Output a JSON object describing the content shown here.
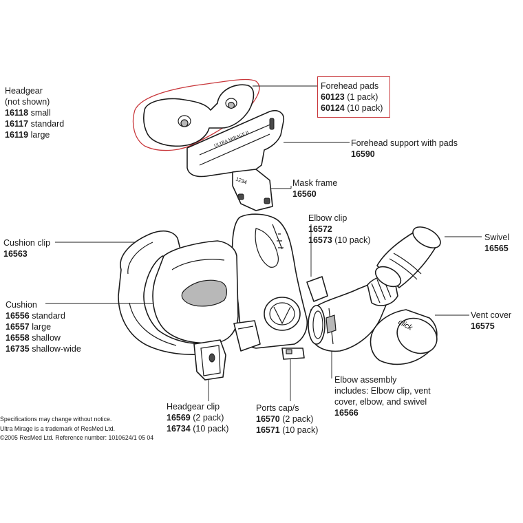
{
  "labels": {
    "headgear": {
      "name": "Headgear",
      "note": "(not shown)",
      "parts": [
        {
          "code": "16118",
          "desc": "small"
        },
        {
          "code": "16117",
          "desc": "standard"
        },
        {
          "code": "16119",
          "desc": "large"
        }
      ]
    },
    "forehead_pads": {
      "name": "Forehead pads",
      "parts": [
        {
          "code": "60123",
          "desc": "(1 pack)"
        },
        {
          "code": "60124",
          "desc": "(10 pack)"
        }
      ]
    },
    "forehead_support": {
      "name": "Forehead support with pads",
      "code": "16590"
    },
    "mask_frame": {
      "name": "Mask frame",
      "code": "16560"
    },
    "elbow_clip": {
      "name": "Elbow clip",
      "parts": [
        {
          "code": "16572",
          "desc": ""
        },
        {
          "code": "16573",
          "desc": "(10 pack)"
        }
      ]
    },
    "swivel": {
      "name": "Swivel",
      "code": "16565"
    },
    "cushion_clip": {
      "name": "Cushion clip",
      "code": "16563"
    },
    "cushion": {
      "name": "Cushion",
      "parts": [
        {
          "code": "16556",
          "desc": "standard"
        },
        {
          "code": "16557",
          "desc": "large"
        },
        {
          "code": "16558",
          "desc": "shallow"
        },
        {
          "code": "16735",
          "desc": "shallow-wide"
        }
      ]
    },
    "vent_cover": {
      "name": "Vent cover",
      "code": "16575"
    },
    "elbow_assembly": {
      "name": "Elbow assembly",
      "desc_line1": "includes: Elbow clip, vent",
      "desc_line2": "cover, elbow, and swivel",
      "code": "16566"
    },
    "headgear_clip": {
      "name": "Headgear clip",
      "parts": [
        {
          "code": "16569",
          "desc": "(2 pack)"
        },
        {
          "code": "16734",
          "desc": "(10 pack)"
        }
      ]
    },
    "ports_cap": {
      "name": "Ports cap/s",
      "parts": [
        {
          "code": "16570",
          "desc": "(2 pack)"
        },
        {
          "code": "16571",
          "desc": "(10 pack)"
        }
      ]
    }
  },
  "part_markings": {
    "brand_on_support": "ULTRA MIRAGE II",
    "serial_on_support": "1234",
    "vent_cover_text": "click"
  },
  "footer": {
    "line1": "Specifications may change without notice.",
    "line2": "Ultra Mirage is a trademark of ResMed Ltd.",
    "line3": "©2005 ResMed Ltd. Reference number: 1010624/1 05 04"
  },
  "colors": {
    "highlight_box": "#c8363a",
    "line": "#1c1c1c"
  }
}
